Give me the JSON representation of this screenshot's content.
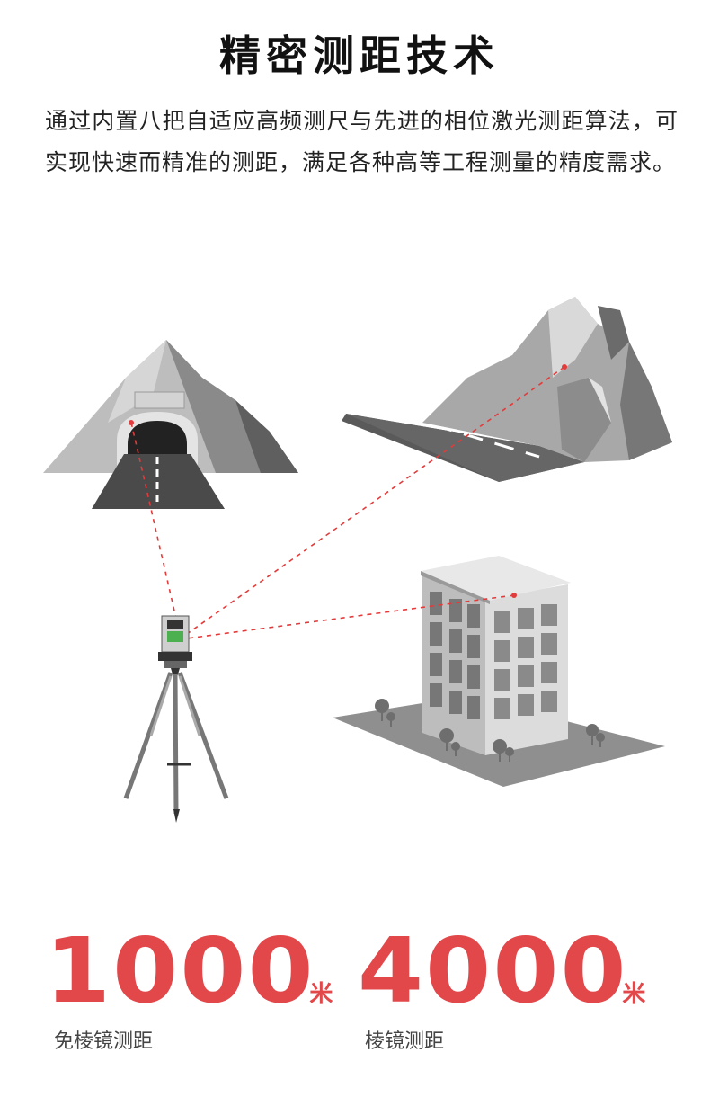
{
  "title": "精密测距技术",
  "description": "通过内置八把自适应高频测尺与先进的相位激光测距算法，可实现快速而精准的测距，满足各种高等工程测量的精度需求。",
  "stats": [
    {
      "value": "1000",
      "unit": "米",
      "label": "免棱镜测距"
    },
    {
      "value": "4000",
      "unit": "米",
      "label": "棱镜测距"
    }
  ],
  "colors": {
    "accent": "#e2474a",
    "laser": "#e23b3b",
    "gray_light": "#c9c9c9",
    "gray_mid": "#9a9a9a",
    "gray_dark": "#5e5e5e"
  }
}
